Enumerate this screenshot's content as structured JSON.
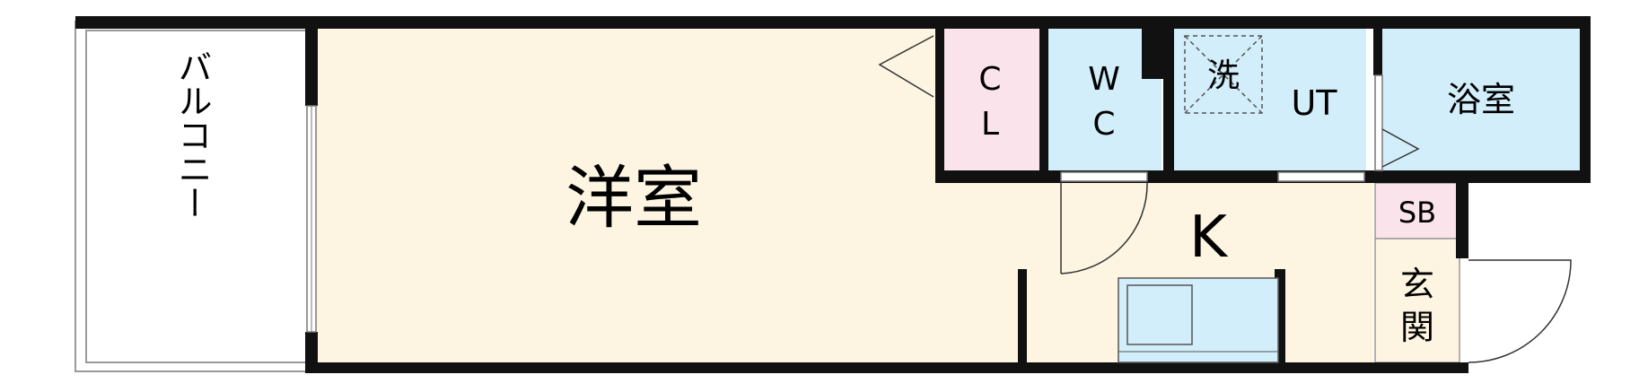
{
  "floorplan": {
    "rooms": {
      "balcony": "バルコニー",
      "western_room": "洋室",
      "closet_line1": "C",
      "closet_line2": "L",
      "wc_line1": "W",
      "wc_line2": "C",
      "washer": "洗",
      "utility": "UT",
      "bathroom": "浴室",
      "kitchen": "K",
      "shoe_box": "SB",
      "entrance_line1": "玄",
      "entrance_line2": "関"
    },
    "colors": {
      "wall": "#111111",
      "western_room": "#fdf5e1",
      "kitchen": "#fdf5e1",
      "closet": "#fbe3ec",
      "wet_area": "#d2eefa",
      "balcony": "#ffffff"
    }
  }
}
